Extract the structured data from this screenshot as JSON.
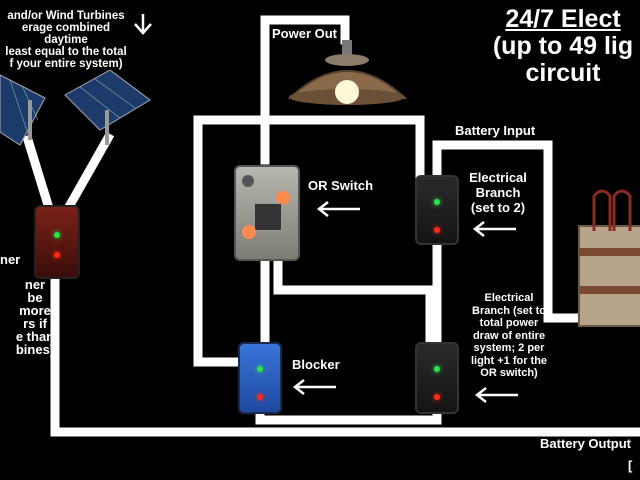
{
  "top_left_text": {
    "line1": "and/or Wind Turbines",
    "line2": "erage combined daytime",
    "line3": "least equal to the total",
    "line4": "f your entire system)"
  },
  "title": {
    "line1": "24/7 Elect",
    "line2": "(up to 49 lig",
    "line3": "circuit"
  },
  "labels": {
    "power_out": "Power Out",
    "battery_input": "Battery Input",
    "or_switch": "OR Switch",
    "electrical_branch": "Electrical\nBranch\n(set to 2)",
    "blocker": "Blocker",
    "branch2": "Electrical\nBranch (set to\ntotal power\ndraw of entire\nsystem; 2 per\nlight +1 for the\nOR switch)",
    "battery_output": "Battery Output",
    "left_title": "ner",
    "left_note": "ner\nbe\nmore\nrs if\ne than\nbines)",
    "corner": "["
  },
  "colors": {
    "wire": "#ffffff",
    "background": "#000000",
    "blocker_blue": "#2a5fc0",
    "combiner_red": "#6b1a14",
    "led_green": "#29e34a",
    "led_red": "#ff2a1a"
  },
  "icons": {
    "arrow": "left-arrow-icon",
    "down_arrow": "down-arrow-icon"
  }
}
